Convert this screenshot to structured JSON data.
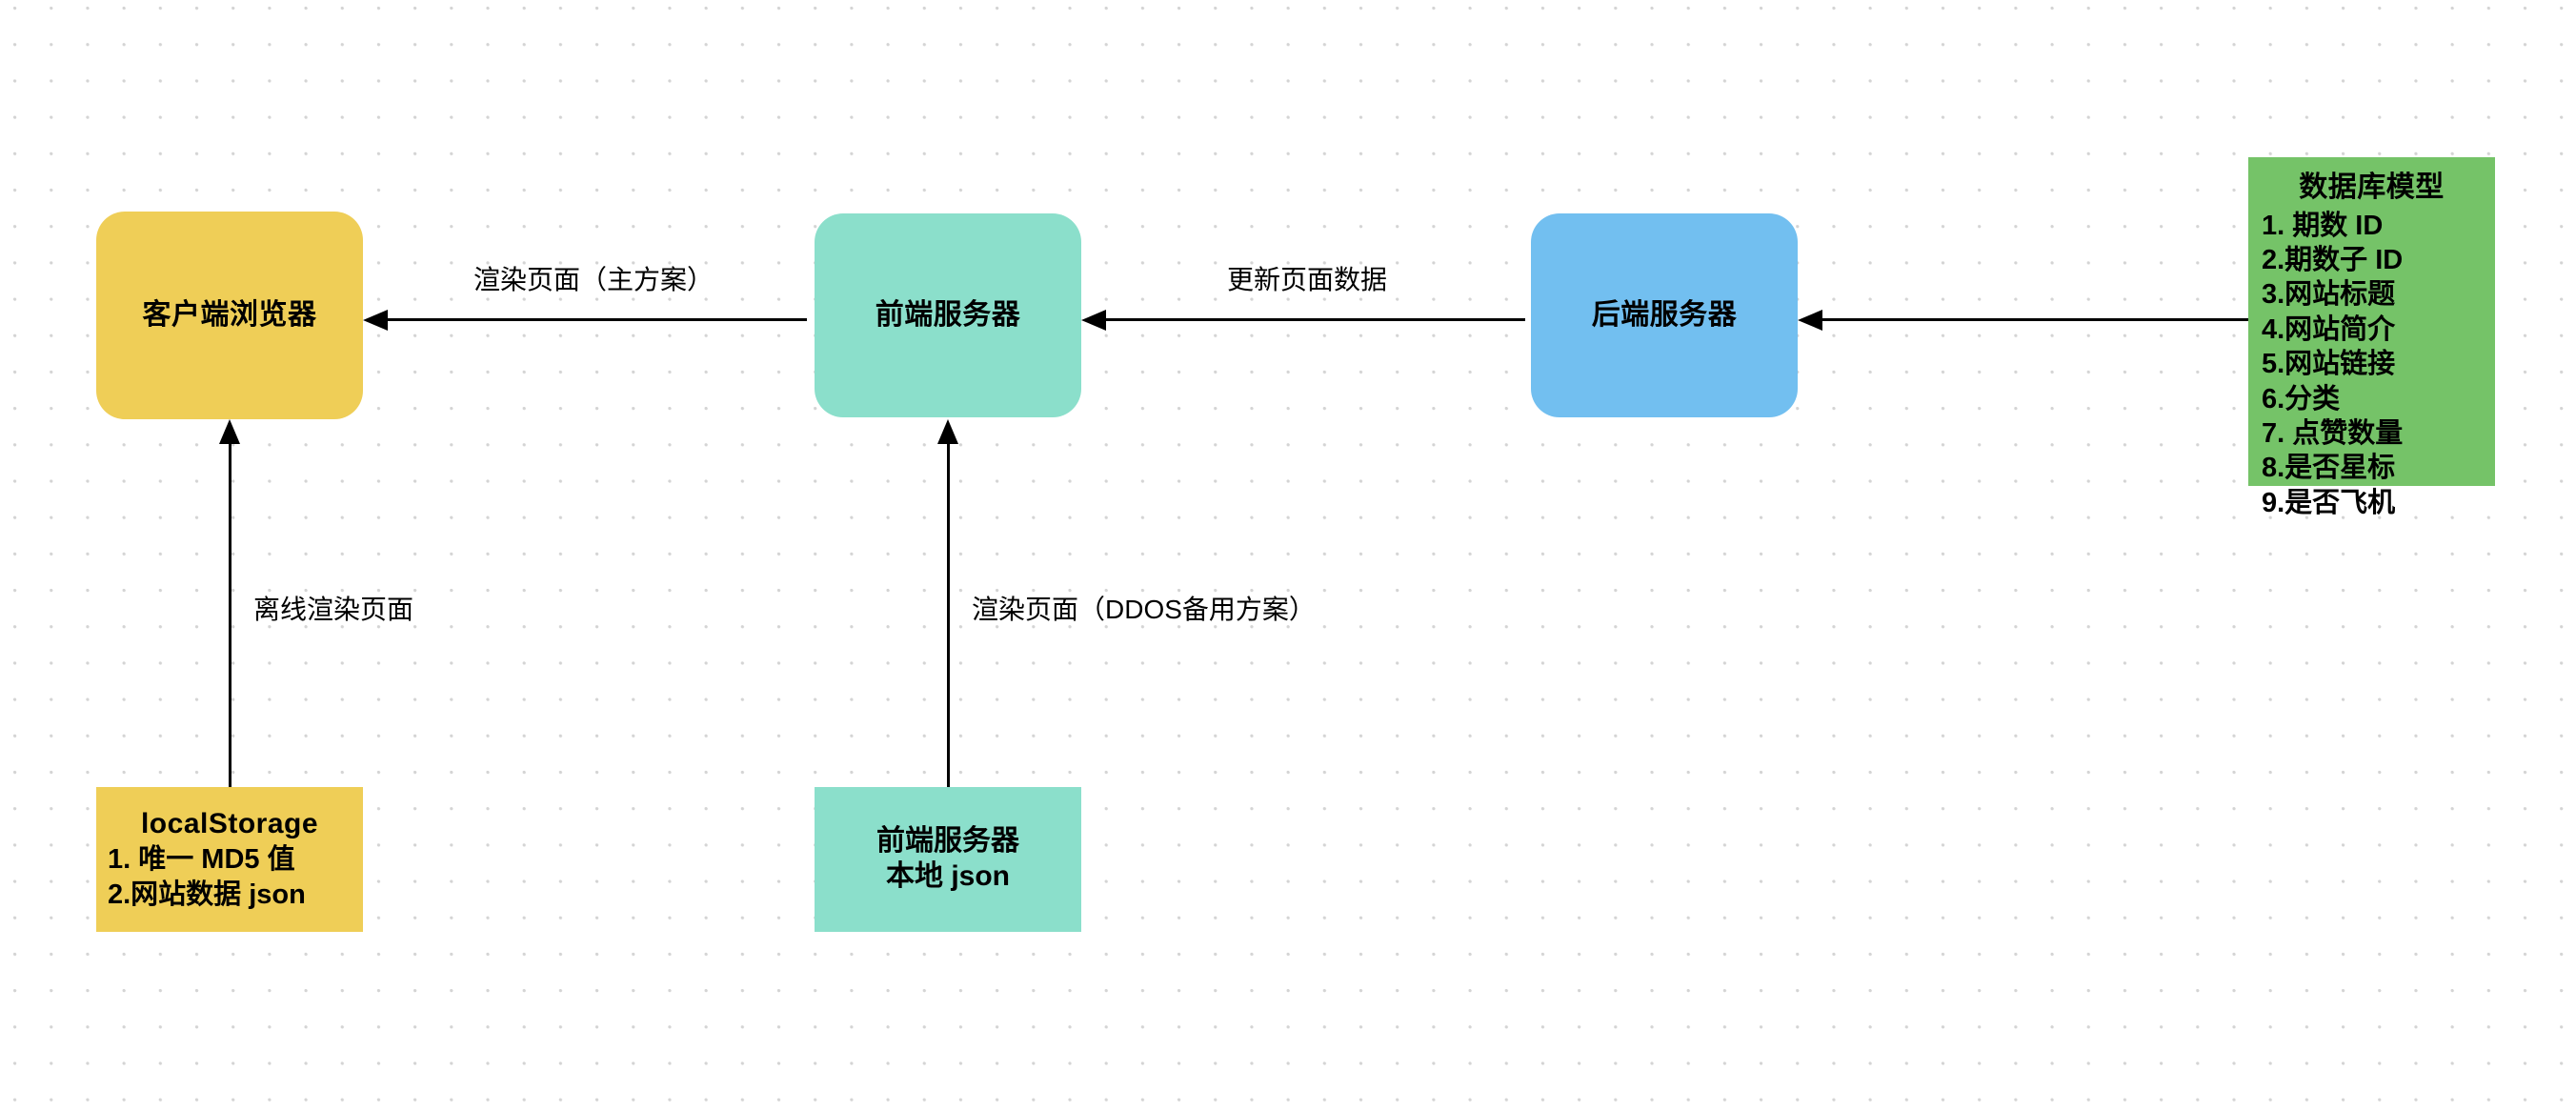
{
  "diagram": {
    "background": "#ffffff",
    "dot_color": "#d4d4d4",
    "nodes": {
      "client": {
        "label": "客户端浏览器",
        "color": "#EFCE57"
      },
      "frontend": {
        "label": "前端服务器",
        "color": "#8BDFCB"
      },
      "backend": {
        "label": "后端服务器",
        "color": "#72BFF0"
      },
      "database": {
        "title": "数据库模型",
        "color": "#75C368",
        "items": [
          "1. 期数 ID",
          "2.期数子 ID",
          "3.网站标题",
          "4.网站简介",
          "5.网站链接",
          "6.分类",
          "7. 点赞数量",
          "8.是否星标",
          "9.是否飞机"
        ]
      },
      "localstorage": {
        "title": "localStorage",
        "color": "#EFCE57",
        "items": [
          "1. 唯一 MD5 值",
          "2.网站数据 json"
        ]
      },
      "frontend_local": {
        "line1": "前端服务器",
        "line2": "本地 json",
        "color": "#8BDFCB"
      }
    },
    "edges": [
      {
        "label": "渲染页面（主方案）",
        "from": "frontend",
        "to": "client",
        "direction": "left"
      },
      {
        "label": "更新页面数据",
        "from": "backend",
        "to": "frontend",
        "direction": "left"
      },
      {
        "label": "",
        "from": "database",
        "to": "backend",
        "direction": "left"
      },
      {
        "label": "离线渲染页面",
        "from": "localstorage",
        "to": "client",
        "direction": "up"
      },
      {
        "label": "渲染页面（DDOS备用方案）",
        "from": "frontend_local",
        "to": "frontend",
        "direction": "up"
      }
    ]
  }
}
